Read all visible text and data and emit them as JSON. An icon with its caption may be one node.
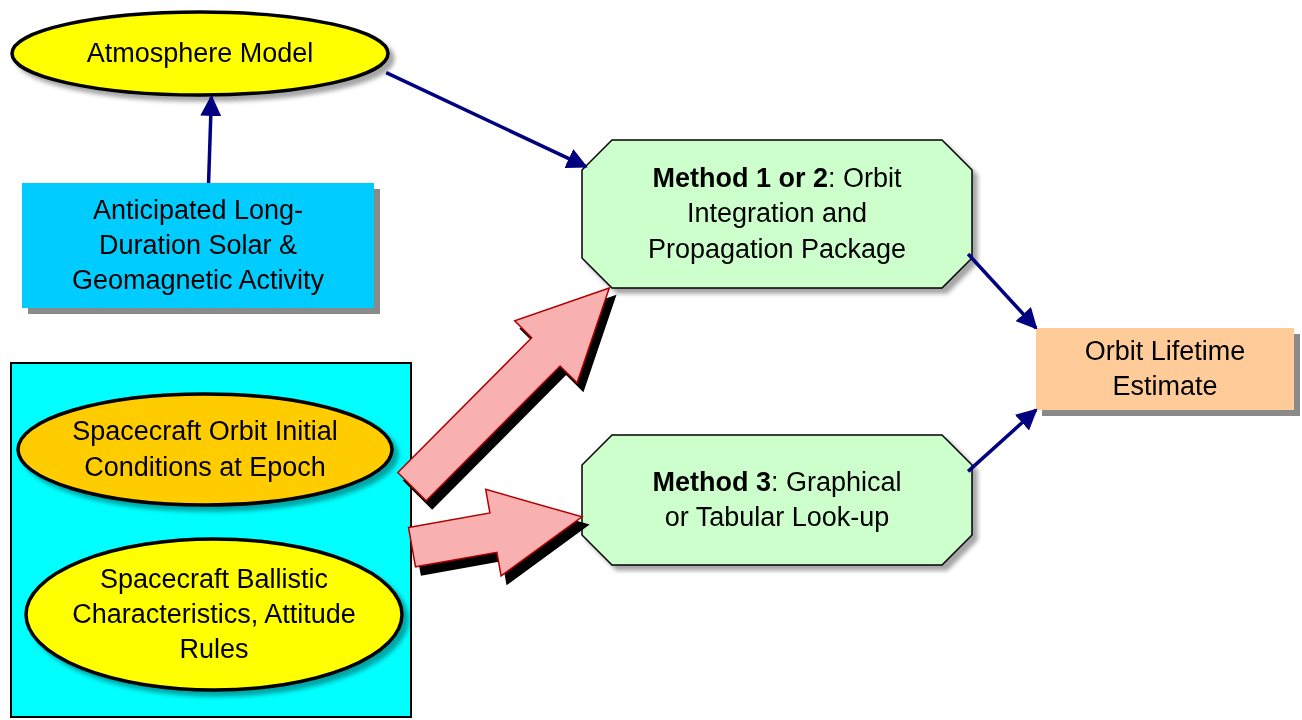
{
  "diagram": {
    "nodes": [
      {
        "text": [
          "Atmosphere Model"
        ]
      },
      {
        "text": [
          "Anticipated Long-Duration Solar & Geomagnetic Activity"
        ]
      },
      {
        "text": [],
        "shape": "box"
      },
      {
        "text": [
          "Spacecraft Orbit Initial Conditions at Epoch"
        ],
        "in": 2
      },
      {
        "text": [
          "Spacecraft Ballistic Characteristics, Attitude Rules"
        ],
        "in": 2
      },
      {
        "text": [
          "**Method 1 or 2**: Orbit Integration and Propagation Package"
        ]
      },
      {
        "text": [
          "**Method 3**: Graphical or Tabular Look-up"
        ]
      },
      {
        "text": [
          "Orbit Lifetime Estimate"
        ]
      }
    ],
    "edges": [
      {
        "from": 1,
        "to": 0,
        "arrow": "to"
      },
      {
        "from": 0,
        "to": 5,
        "arrow": "to"
      },
      {
        "from": 2,
        "to": 5,
        "arrow": "to",
        "style": "thick",
        "color": "#f8b0b0"
      },
      {
        "from": 2,
        "to": 6,
        "arrow": "to",
        "style": "thick",
        "color": "#f8b0b0"
      },
      {
        "from": 5,
        "to": 7,
        "arrow": "to"
      },
      {
        "from": 6,
        "to": 7,
        "arrow": "to"
      }
    ]
  }
}
